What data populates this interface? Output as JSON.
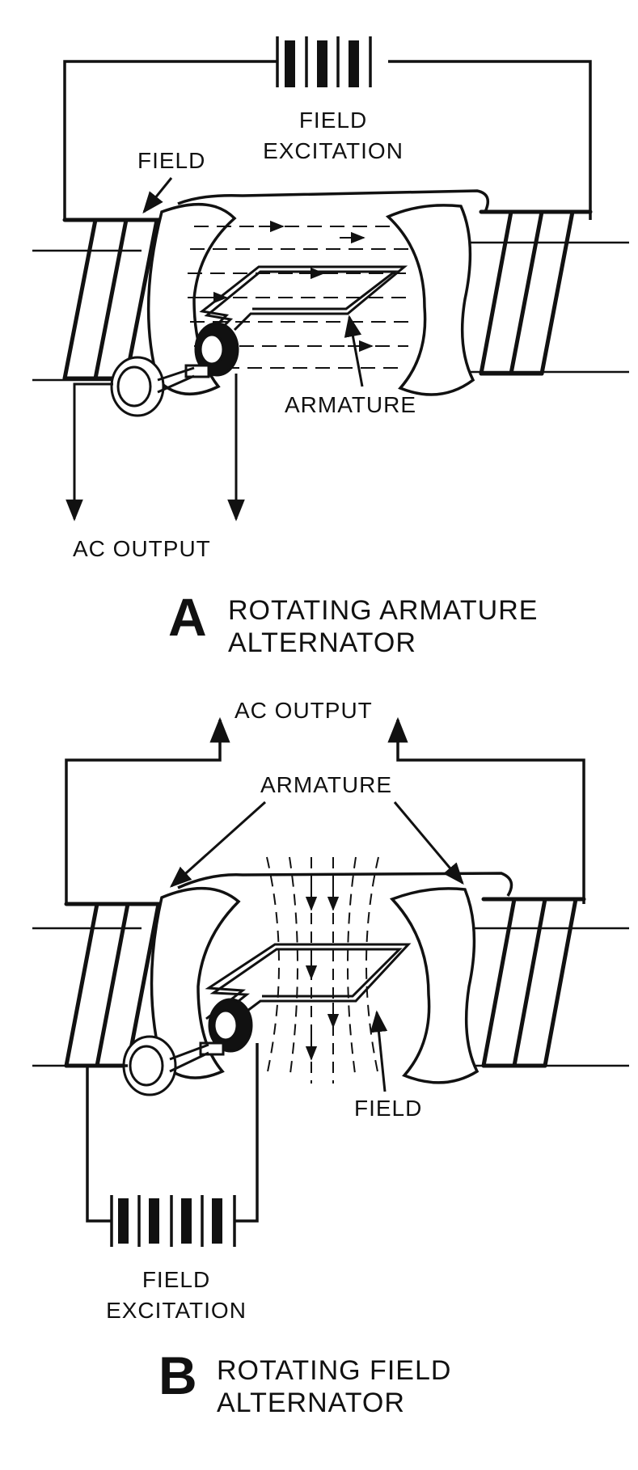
{
  "colors": {
    "ink": "#111111",
    "background": "#ffffff"
  },
  "panel_a": {
    "letter": "A",
    "caption_line1": "ROTATING ARMATURE",
    "caption_line2": "ALTERNATOR",
    "field_excitation_line1": "FIELD",
    "field_excitation_line2": "EXCITATION",
    "field_label": "FIELD",
    "armature_label": "ARMATURE",
    "output_label": "AC  OUTPUT"
  },
  "panel_b": {
    "letter": "B",
    "caption_line1": "ROTATING  FIELD",
    "caption_line2": "ALTERNATOR",
    "output_label": "AC  OUTPUT",
    "armature_label": "ARMATURE",
    "field_label": "FIELD",
    "field_excitation_line1": "FIELD",
    "field_excitation_line2": "EXCITATION"
  }
}
